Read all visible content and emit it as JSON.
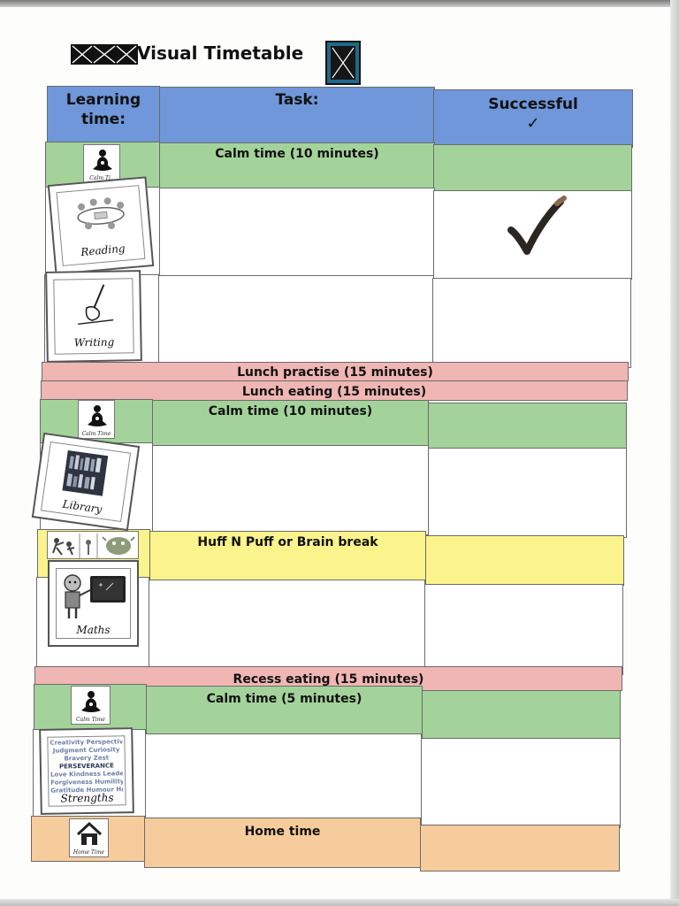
{
  "title": {
    "text": "Visual Timetable"
  },
  "table": {
    "headers": {
      "learning_time_line1": "Learning",
      "learning_time_line2": "time:",
      "task": "Task:",
      "successful": "Successful",
      "successful_mark": "✓"
    },
    "rows": [
      {
        "task": "Calm time (10 minutes)",
        "icon": "meditation-icon",
        "icon_label": "Calm Ti..",
        "color": "#a3d39a"
      },
      {
        "task": "",
        "icon": "reading-icon",
        "icon_label": "Reading",
        "success": "checked"
      },
      {
        "task": "",
        "icon": "writing-icon",
        "icon_label": "Writing"
      },
      {
        "task": "Lunch practise (15 minutes)",
        "color": "#f0b6b3"
      },
      {
        "task": "Lunch eating (15 minutes)",
        "color": "#f0b6b3"
      },
      {
        "task": "Calm time (10 minutes)",
        "icon": "meditation-icon",
        "icon_label": "Calm Time",
        "color": "#a3d39a"
      },
      {
        "task": "",
        "icon": "library-icon",
        "icon_label": "Library"
      },
      {
        "task": "Huff N Puff or Brain break",
        "icon": "brain-break-icon",
        "color": "#fbf48c"
      },
      {
        "task": "",
        "icon": "maths-icon",
        "icon_label": "Maths"
      },
      {
        "task": "Recess eating (15 minutes)",
        "color": "#f0b6b3"
      },
      {
        "task": "Calm time (5 minutes)",
        "icon": "meditation-icon",
        "icon_label": "Calm Time",
        "color": "#a3d39a"
      },
      {
        "task": "",
        "icon": "strengths-icon",
        "icon_label": "Strengths"
      },
      {
        "task": "Home time",
        "icon": "house-icon",
        "icon_label": "Home Time",
        "color": "#f7cc9c"
      }
    ]
  },
  "strengths_card_words": [
    "Creativity Perspective",
    "Judgment Curiosity",
    "Bravery Zest",
    "PERSEVERANCE",
    "Love Kindness Leadership",
    "Forgiveness Humility",
    "Gratitude Humour Hope"
  ]
}
